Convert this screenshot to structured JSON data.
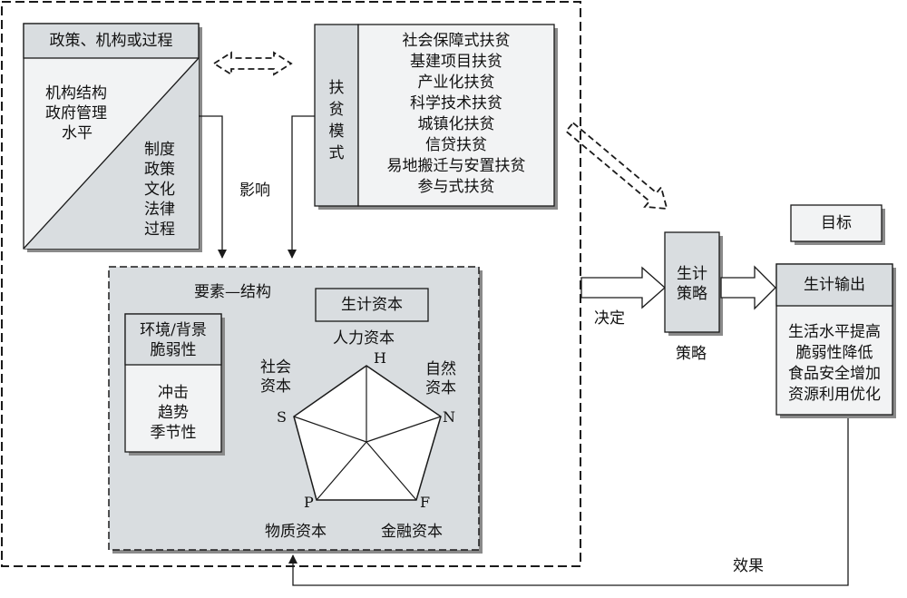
{
  "policy_box": {
    "title": "政策、机构或过程",
    "upper_lines": [
      "机构结构",
      "政府管理",
      "水平"
    ],
    "lower_lines": [
      "制度",
      "政策",
      "文化",
      "法律",
      "过程"
    ]
  },
  "influence_label": "影响",
  "poverty_mode": {
    "side_label_chars": [
      "扶",
      "贫",
      "模",
      "式"
    ],
    "items": [
      "社会保障式扶贫",
      "基建项目扶贫",
      "产业化扶贫",
      "科学技术扶贫",
      "城镇化扶贫",
      "信贷扶贫",
      "易地搬迁与安置扶贫",
      "参与式扶贫"
    ]
  },
  "elements": {
    "title": "要素—结构",
    "livelihood_capital_title": "生计资本",
    "vulnerability_title_lines": [
      "环境/背景",
      "脆弱性"
    ],
    "vulnerability_items": [
      "冲击",
      "趋势",
      "季节性"
    ],
    "pentagon": {
      "human_label": "人力资本",
      "human_letter": "H",
      "social_label_lines": [
        "社会",
        "资本"
      ],
      "social_letter": "S",
      "natural_label_lines": [
        "自然",
        "资本"
      ],
      "natural_letter": "N",
      "physical_label": "物质资本",
      "physical_letter": "P",
      "financial_label": "金融资本",
      "financial_letter": "F"
    }
  },
  "decision_label": "决定",
  "strategy": {
    "box_lines": [
      "生计",
      "策略"
    ],
    "below_label": "策略"
  },
  "goal_label": "目标",
  "output": {
    "title": "生计输出",
    "items": [
      "生活水平提高",
      "脆弱性降低",
      "食品安全增加",
      "资源利用优化"
    ]
  },
  "effect_label": "效果",
  "colors": {
    "panel_fill": "#d9dde0",
    "light_fill": "#f2f3f4",
    "stroke": "#1a1a1a",
    "shadow": "#8a8a8a"
  }
}
